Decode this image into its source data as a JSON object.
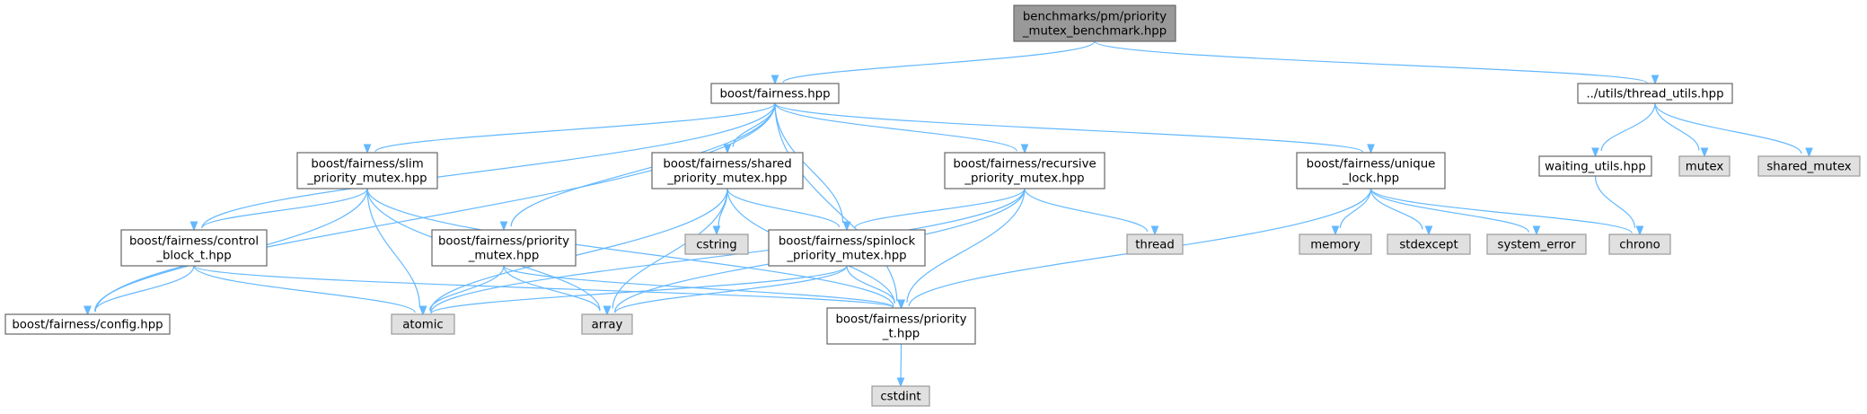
{
  "colors": {
    "edge": "#63b8ff",
    "focus_fill": "#999999",
    "file_fill": "#ffffff",
    "system_fill": "#e0e0e0",
    "border_dark": "#666666",
    "border_light": "#999999"
  },
  "nodes": [
    {
      "id": "root",
      "lines": [
        "benchmarks/pm/priority",
        "_mutex_benchmark.hpp"
      ],
      "kind": "focus"
    },
    {
      "id": "fairness",
      "lines": [
        "boost/fairness.hpp"
      ],
      "kind": "file"
    },
    {
      "id": "thread_utils",
      "lines": [
        "../utils/thread_utils.hpp"
      ],
      "kind": "file"
    },
    {
      "id": "slim",
      "lines": [
        "boost/fairness/slim",
        "_priority_mutex.hpp"
      ],
      "kind": "file"
    },
    {
      "id": "shared",
      "lines": [
        "boost/fairness/shared",
        "_priority_mutex.hpp"
      ],
      "kind": "file"
    },
    {
      "id": "recursive",
      "lines": [
        "boost/fairness/recursive",
        "_priority_mutex.hpp"
      ],
      "kind": "file"
    },
    {
      "id": "unique",
      "lines": [
        "boost/fairness/unique",
        "_lock.hpp"
      ],
      "kind": "file"
    },
    {
      "id": "waiting",
      "lines": [
        "waiting_utils.hpp"
      ],
      "kind": "file"
    },
    {
      "id": "mutex",
      "lines": [
        "mutex"
      ],
      "kind": "system"
    },
    {
      "id": "shared_mutex",
      "lines": [
        "shared_mutex"
      ],
      "kind": "system"
    },
    {
      "id": "control",
      "lines": [
        "boost/fairness/control",
        "_block_t.hpp"
      ],
      "kind": "file"
    },
    {
      "id": "cstring",
      "lines": [
        "cstring"
      ],
      "kind": "system"
    },
    {
      "id": "spinlock",
      "lines": [
        "boost/fairness/spinlock",
        "_priority_mutex.hpp"
      ],
      "kind": "file"
    },
    {
      "id": "thread",
      "lines": [
        "thread"
      ],
      "kind": "system"
    },
    {
      "id": "memory",
      "lines": [
        "memory"
      ],
      "kind": "system"
    },
    {
      "id": "stdexcept",
      "lines": [
        "stdexcept"
      ],
      "kind": "system"
    },
    {
      "id": "system_error",
      "lines": [
        "system_error"
      ],
      "kind": "system"
    },
    {
      "id": "chrono",
      "lines": [
        "chrono"
      ],
      "kind": "system"
    },
    {
      "id": "priority_mutex",
      "lines": [
        "boost/fairness/priority",
        "_mutex.hpp"
      ],
      "kind": "file"
    },
    {
      "id": "config",
      "lines": [
        "boost/fairness/config.hpp"
      ],
      "kind": "file"
    },
    {
      "id": "atomic",
      "lines": [
        "atomic"
      ],
      "kind": "system"
    },
    {
      "id": "array",
      "lines": [
        "array"
      ],
      "kind": "system"
    },
    {
      "id": "priority_t",
      "lines": [
        "boost/fairness/priority",
        "_t.hpp"
      ],
      "kind": "file"
    },
    {
      "id": "cstdint",
      "lines": [
        "cstdint"
      ],
      "kind": "system"
    }
  ],
  "edges": [
    [
      "root",
      "fairness"
    ],
    [
      "root",
      "thread_utils"
    ],
    [
      "thread_utils",
      "waiting"
    ],
    [
      "thread_utils",
      "mutex"
    ],
    [
      "thread_utils",
      "shared_mutex"
    ],
    [
      "waiting",
      "chrono"
    ],
    [
      "fairness",
      "config"
    ],
    [
      "fairness",
      "control"
    ],
    [
      "fairness",
      "slim"
    ],
    [
      "fairness",
      "priority_mutex"
    ],
    [
      "fairness",
      "shared"
    ],
    [
      "fairness",
      "spinlock"
    ],
    [
      "fairness",
      "recursive"
    ],
    [
      "fairness",
      "unique"
    ],
    [
      "fairness",
      "priority_t"
    ],
    [
      "slim",
      "config"
    ],
    [
      "slim",
      "control"
    ],
    [
      "slim",
      "atomic"
    ],
    [
      "slim",
      "array"
    ],
    [
      "slim",
      "priority_t"
    ],
    [
      "shared",
      "atomic"
    ],
    [
      "shared",
      "array"
    ],
    [
      "shared",
      "cstring"
    ],
    [
      "shared",
      "spinlock"
    ],
    [
      "shared",
      "priority_t"
    ],
    [
      "recursive",
      "spinlock"
    ],
    [
      "recursive",
      "atomic"
    ],
    [
      "recursive",
      "array"
    ],
    [
      "recursive",
      "thread"
    ],
    [
      "recursive",
      "priority_t"
    ],
    [
      "unique",
      "priority_t"
    ],
    [
      "unique",
      "memory"
    ],
    [
      "unique",
      "stdexcept"
    ],
    [
      "unique",
      "system_error"
    ],
    [
      "unique",
      "chrono"
    ],
    [
      "control",
      "config"
    ],
    [
      "control",
      "atomic"
    ],
    [
      "control",
      "priority_t"
    ],
    [
      "priority_mutex",
      "atomic"
    ],
    [
      "priority_mutex",
      "array"
    ],
    [
      "priority_mutex",
      "priority_t"
    ],
    [
      "spinlock",
      "atomic"
    ],
    [
      "spinlock",
      "array"
    ],
    [
      "spinlock",
      "priority_t"
    ],
    [
      "priority_t",
      "cstdint"
    ]
  ]
}
